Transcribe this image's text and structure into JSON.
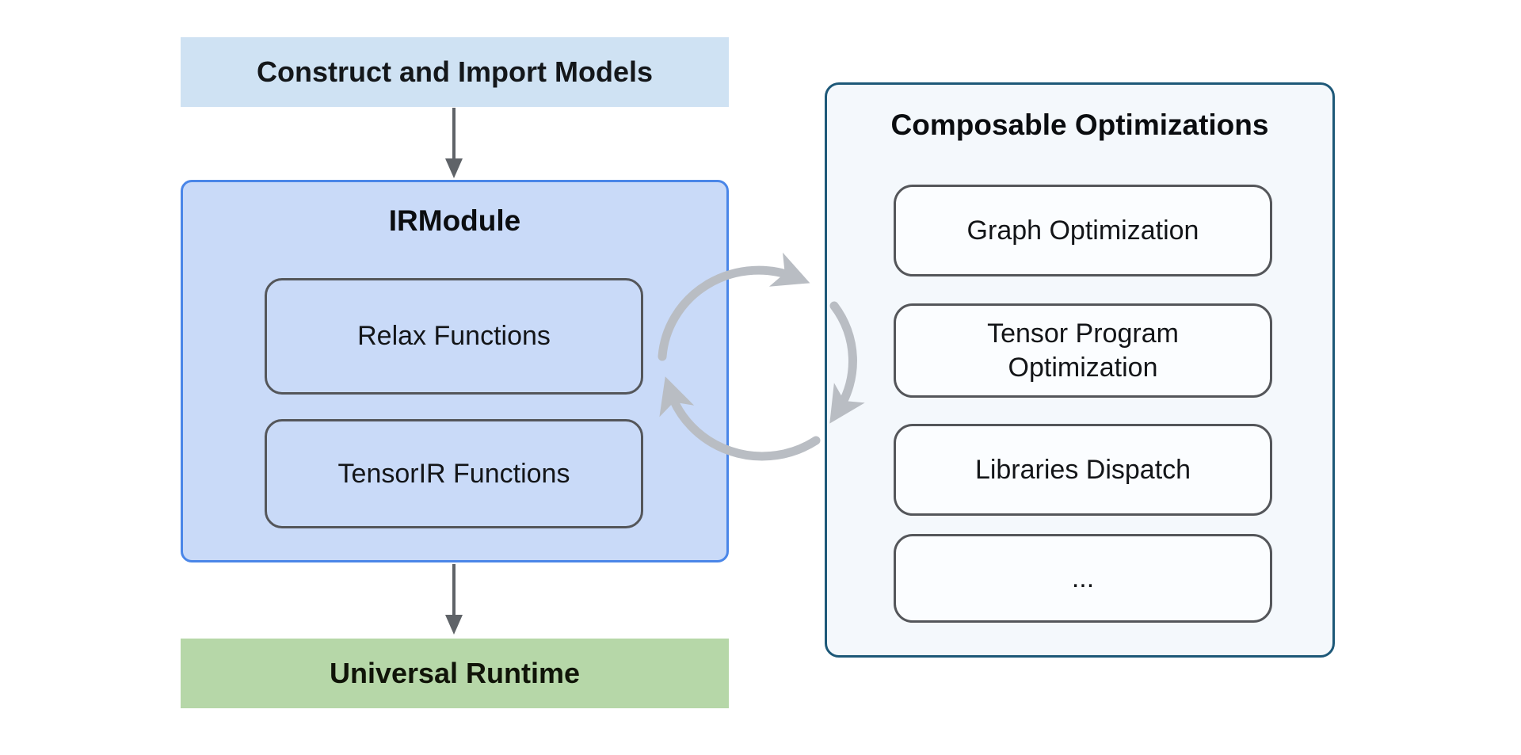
{
  "diagram": {
    "construct_box": {
      "label": "Construct and Import Models"
    },
    "irmodule": {
      "title": "IRModule",
      "children": [
        {
          "label": "Relax Functions"
        },
        {
          "label": "TensorIR Functions"
        }
      ]
    },
    "runtime_box": {
      "label": "Universal Runtime"
    },
    "optimizations": {
      "title": "Composable Optimizations",
      "items": [
        {
          "label": "Graph Optimization"
        },
        {
          "label": "Tensor Program Optimization"
        },
        {
          "label": "Libraries Dispatch"
        },
        {
          "label": "..."
        }
      ]
    },
    "colors": {
      "construct_fill": "#cfe2f3",
      "irmodule_fill": "#c9daf8",
      "irmodule_border": "#4a86e8",
      "runtime_fill": "#b6d7a8",
      "panel_fill": "#f4f8fc",
      "panel_border": "#1d5878",
      "inner_box_border": "#54565a",
      "flow_arrow": "#5f6368",
      "cycle_arrow": "#b9bdc3"
    }
  }
}
